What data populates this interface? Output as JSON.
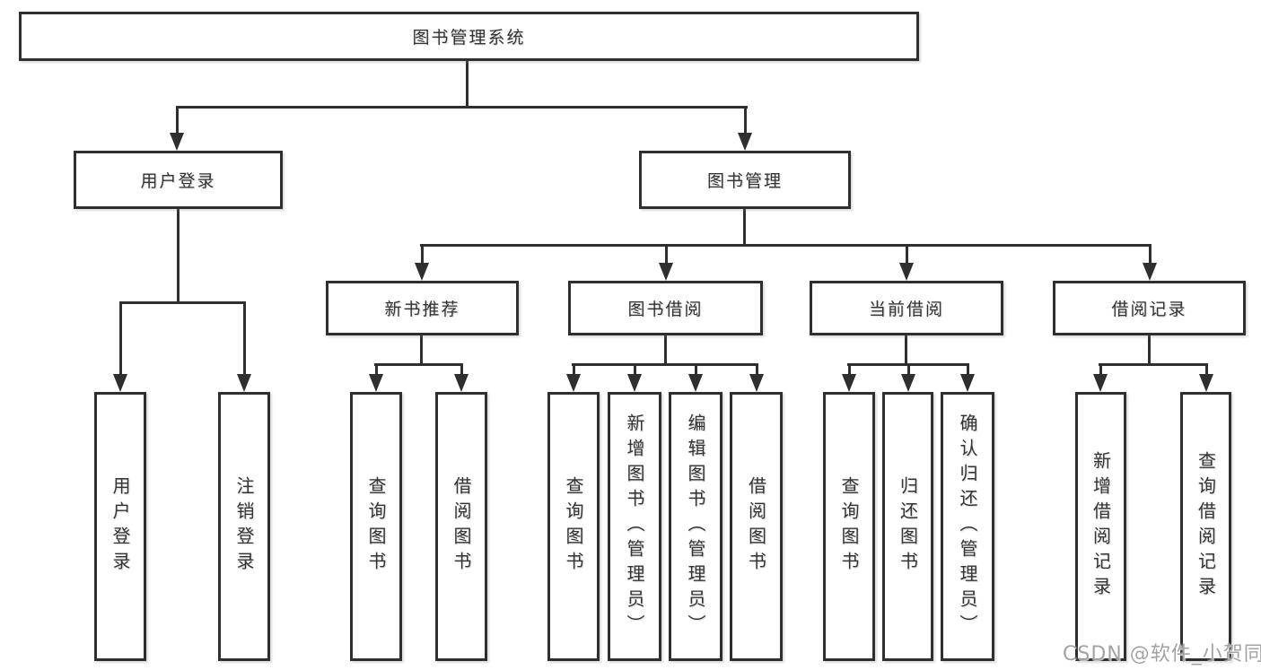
{
  "tree": {
    "root": {
      "label": "图书管理系统"
    },
    "branches": [
      {
        "label": "用户登录",
        "children": [
          {
            "label": "用户登录"
          },
          {
            "label": "注销登录"
          }
        ]
      },
      {
        "label": "图书管理",
        "sections": [
          {
            "label": "新书推荐",
            "children": [
              {
                "label": "查询图书"
              },
              {
                "label": "借阅图书"
              }
            ]
          },
          {
            "label": "图书借阅",
            "children": [
              {
                "label": "查询图书"
              },
              {
                "label": "新增图书（管理员）"
              },
              {
                "label": "编辑图书（管理员）"
              },
              {
                "label": "借阅图书"
              }
            ]
          },
          {
            "label": "当前借阅",
            "children": [
              {
                "label": "查询图书"
              },
              {
                "label": "归还图书"
              },
              {
                "label": "确认归还（管理员）"
              }
            ]
          },
          {
            "label": "借阅记录",
            "children": [
              {
                "label": "新增借阅记录"
              },
              {
                "label": "查询借阅记录"
              }
            ]
          }
        ]
      }
    ]
  },
  "watermark": {
    "text": "CSDN @软件_小贺同学"
  },
  "colors": {
    "line": "#2f2f2f",
    "text": "#333333",
    "background": "#ffffff",
    "watermark": "#a3a3a3"
  }
}
